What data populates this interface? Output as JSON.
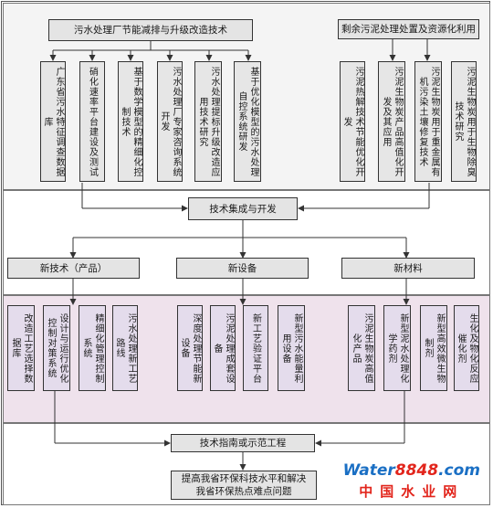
{
  "top_left_title": "污水处理厂节能减排与升级改造技术",
  "top_right_title": "剩余污泥处理处置及资源化利用",
  "left_items": [
    "广东省污水特征调查数据库",
    "硝化速率平台建设及测试",
    "基于数学模型的精细化控制技术",
    "污水处理厂专家咨询系统开发",
    "污水处理提标升级改造应用技术研究",
    "基于优化模型的污水处理自控系统研发"
  ],
  "right_items": [
    "污泥热解技术节能优化开发",
    "污泥生物炭产品高值化开发及其应用",
    "污泥生物炭用于重金属有机污染土壤修复技术",
    "污泥生物炭用于生物除臭技术研究"
  ],
  "integration": "技术集成与开发",
  "categories": [
    "新技术（产品）",
    "新设备",
    "新材料"
  ],
  "products": [
    "改造工艺选择数据库",
    "设计与运行优化控制对策系统",
    "精细化管理控制系统",
    "污水处理新工艺路线",
    "深度处理节能新设备",
    "污泥处理成套设备",
    "新工艺验证平台",
    "新型污水能量利用设备",
    "污泥生物炭高值化产品",
    "新型泥水处理化学药剂",
    "新型高效微生物制剂",
    "生化及物化反应催化剂"
  ],
  "guide": "技术指南或示范工程",
  "goal_line1": "提高我省环保科技水平和解决",
  "goal_line2": "我省环保热点难点问题",
  "watermark": {
    "logo_part1": "Water",
    "logo_part2": "8848",
    "logo_suffix": ".com",
    "cn": "中国水业网"
  }
}
